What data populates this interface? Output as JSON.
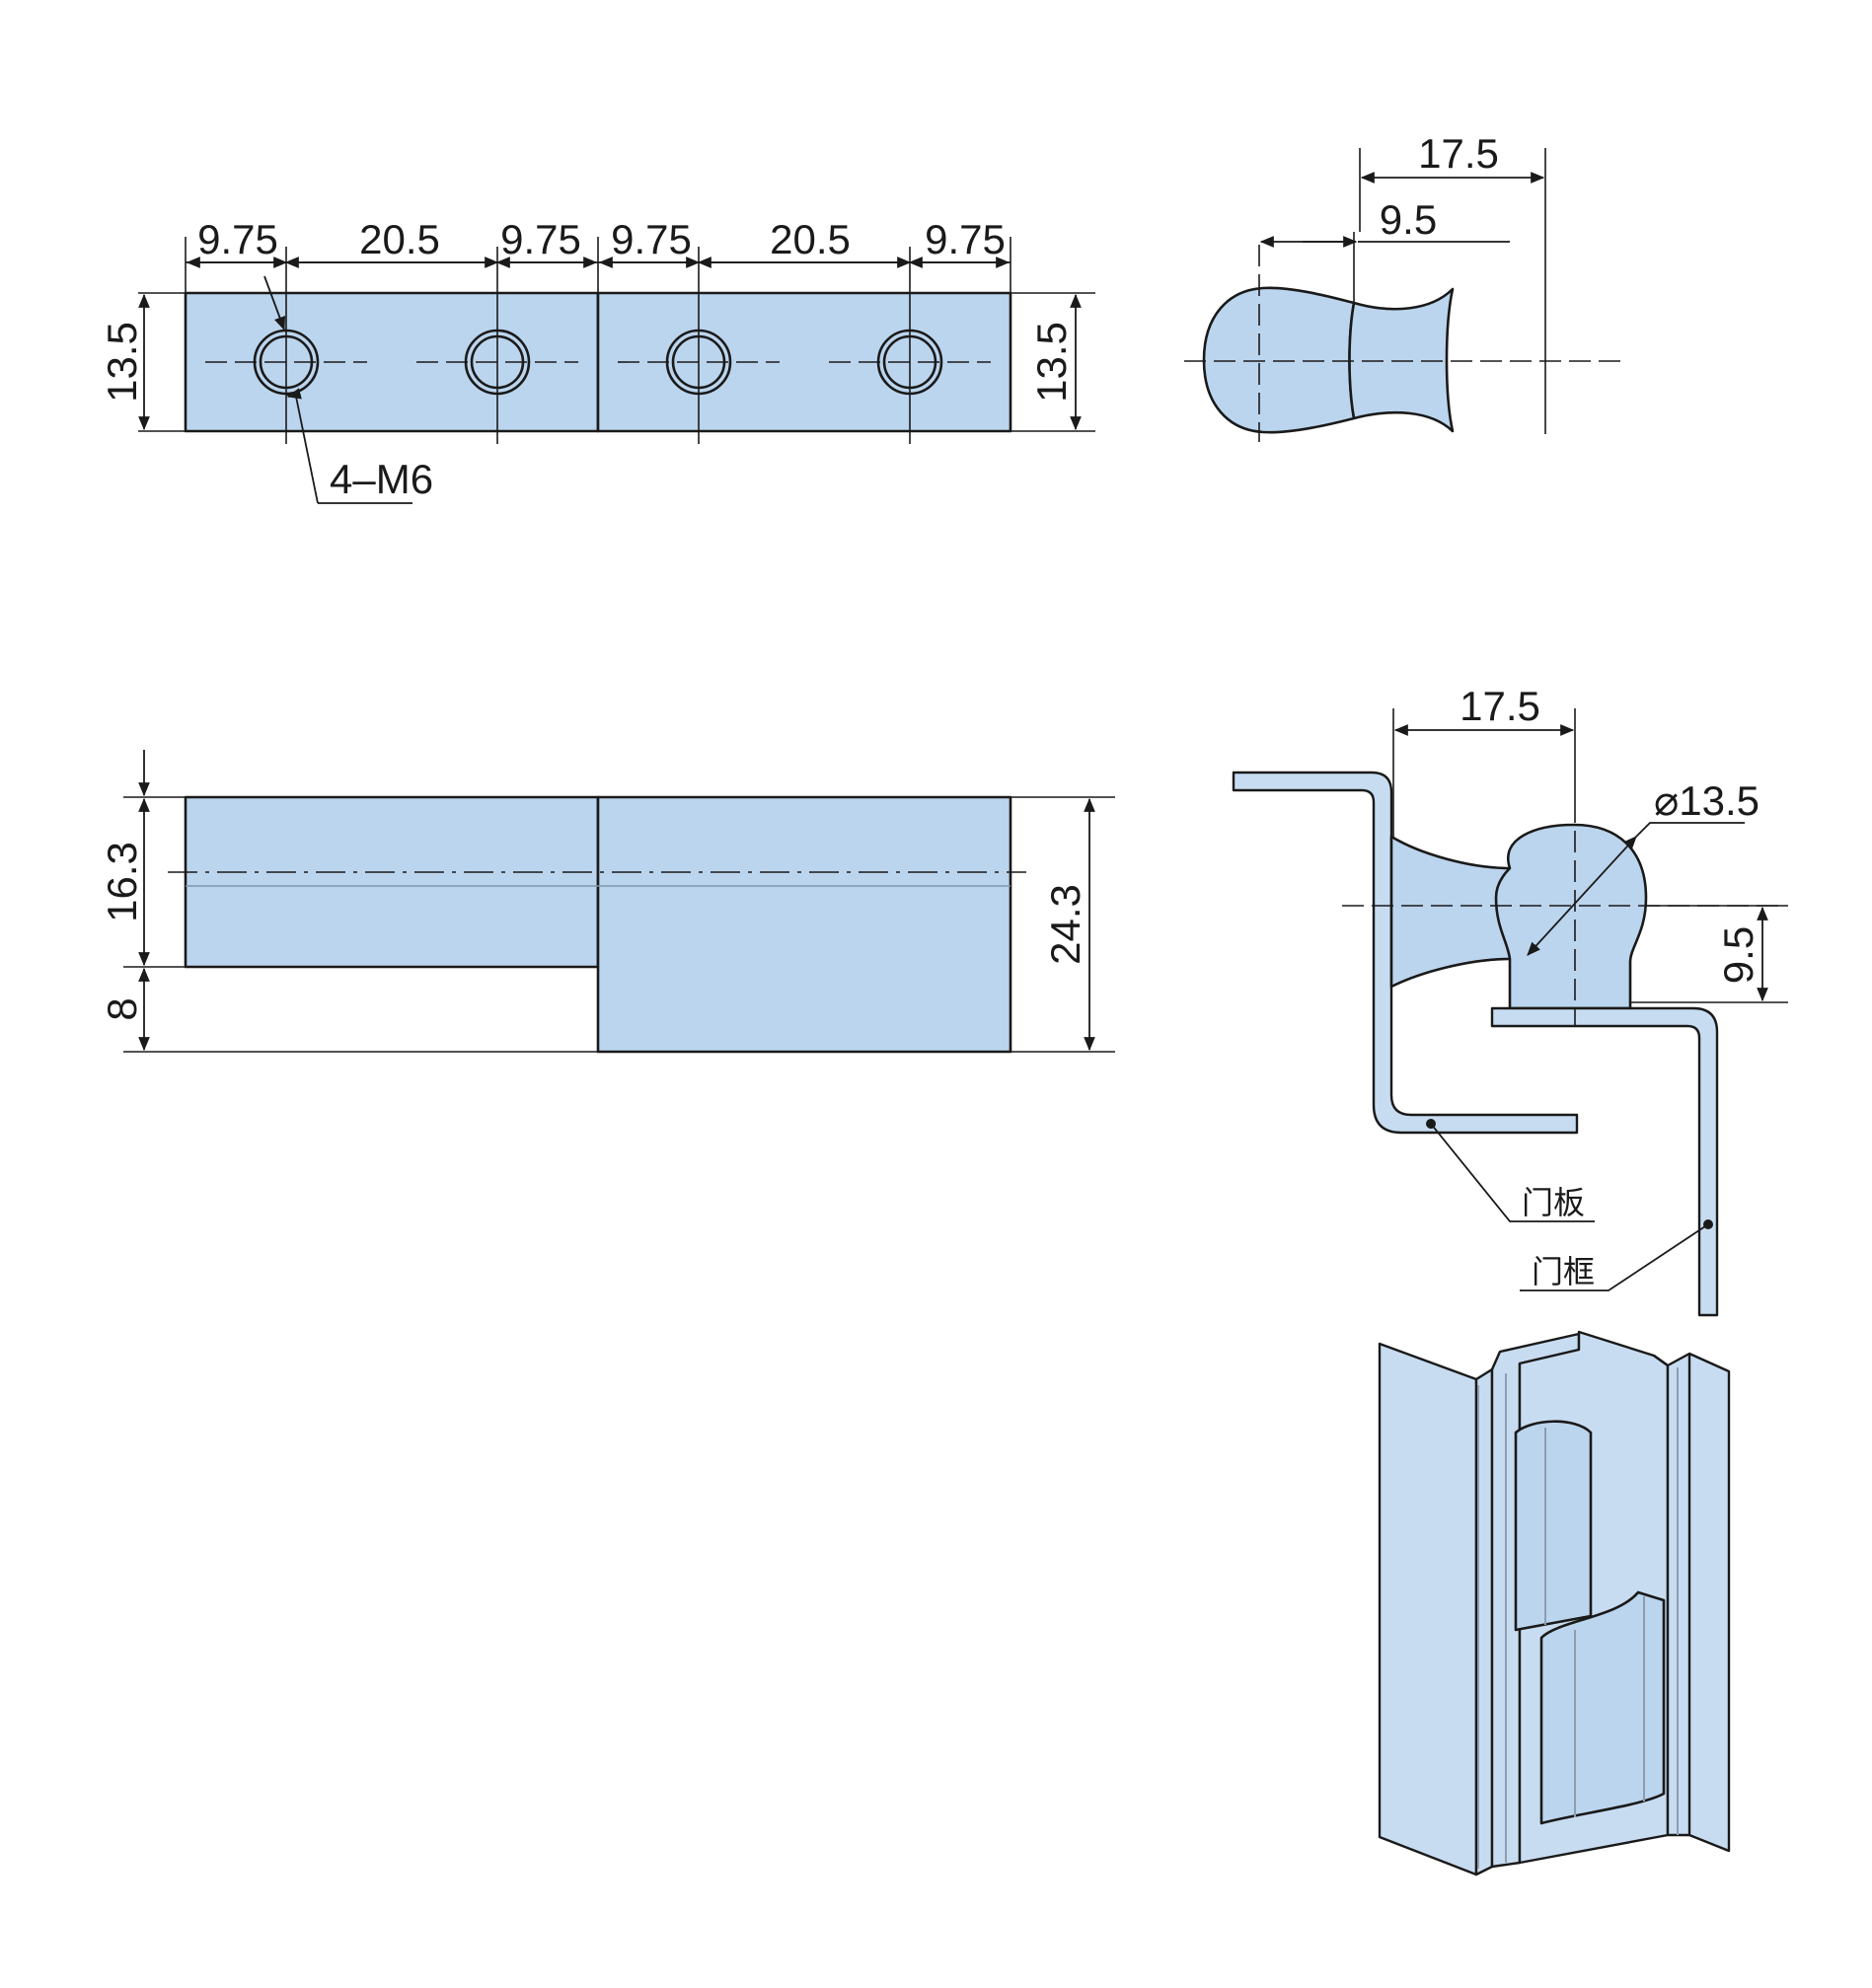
{
  "top_view": {
    "horizontal_dims": [
      "9.75",
      "20.5",
      "9.75",
      "9.75",
      "20.5",
      "9.75"
    ],
    "height_dim_left": "13.5",
    "height_dim_right": "13.5",
    "hole_callout": "4–M6"
  },
  "end_view": {
    "overall_width": "17.5",
    "pin_width": "9.5"
  },
  "front_view": {
    "upper_height": "16.3",
    "lower_height": "8",
    "total_height": "24.3"
  },
  "installed_view": {
    "offset_dim": "17.5",
    "knuckle_diameter": "⌀13.5",
    "axis_offset": "9.5",
    "door_panel_label": "门板",
    "door_frame_label": "门框"
  },
  "colors": {
    "part_fill": "#bcd5ee",
    "outline": "#1a1a1a"
  }
}
